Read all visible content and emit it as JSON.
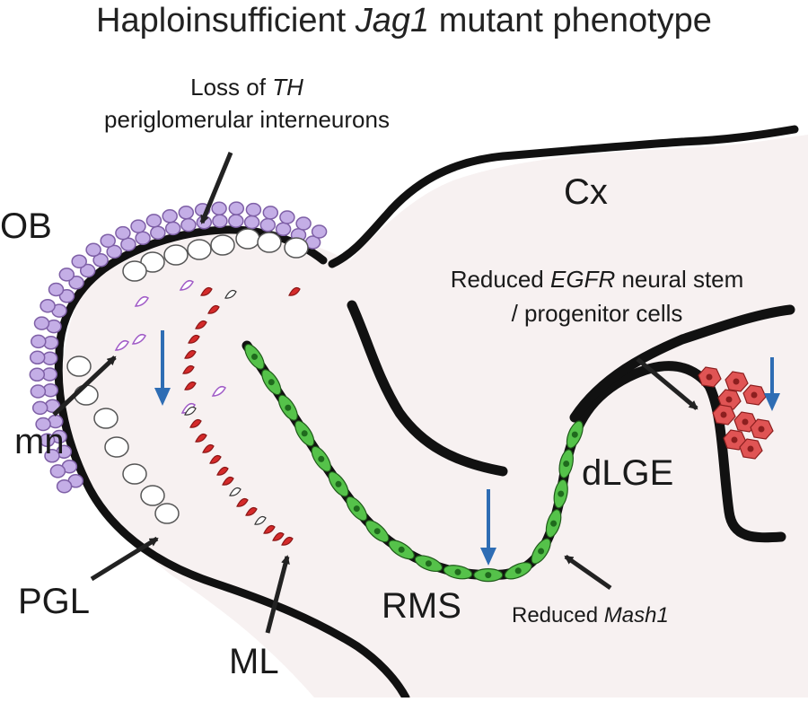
{
  "title": {
    "prefix": "Haploinsufficient ",
    "gene": "Jag1",
    "suffix": " mutant phenotype"
  },
  "regions": {
    "ob": "OB",
    "cx": "Cx",
    "mn": "mn",
    "pgl": "PGL",
    "ml": "ML",
    "rms": "RMS",
    "dlge": "dLGE"
  },
  "annotations": {
    "th_loss": {
      "line1_prefix": "Loss of ",
      "line1_gene": "TH",
      "line2": "periglomerular interneurons"
    },
    "egfr": {
      "line1_prefix": "Reduced ",
      "line1_gene": "EGFR",
      "line1_suffix": " neural stem",
      "line2": "/ progenitor cells"
    },
    "mash1": {
      "prefix": "Reduced ",
      "gene": "Mash1"
    }
  },
  "colors": {
    "background_tissue": "#f7f1f1",
    "outline": "#111111",
    "pgl_cells": "#c4aee6",
    "pgl_cell_border": "#7e5fa6",
    "white_cells": "#ffffff",
    "th_dots": "#d42a2a",
    "mn_cells_outline": "#a15cc7",
    "rms_neuroblasts": "#55c24a",
    "progenitor_cells": "#e05454",
    "decrease_arrow": "#2e6db4",
    "pointer_arrow": "#222222"
  }
}
